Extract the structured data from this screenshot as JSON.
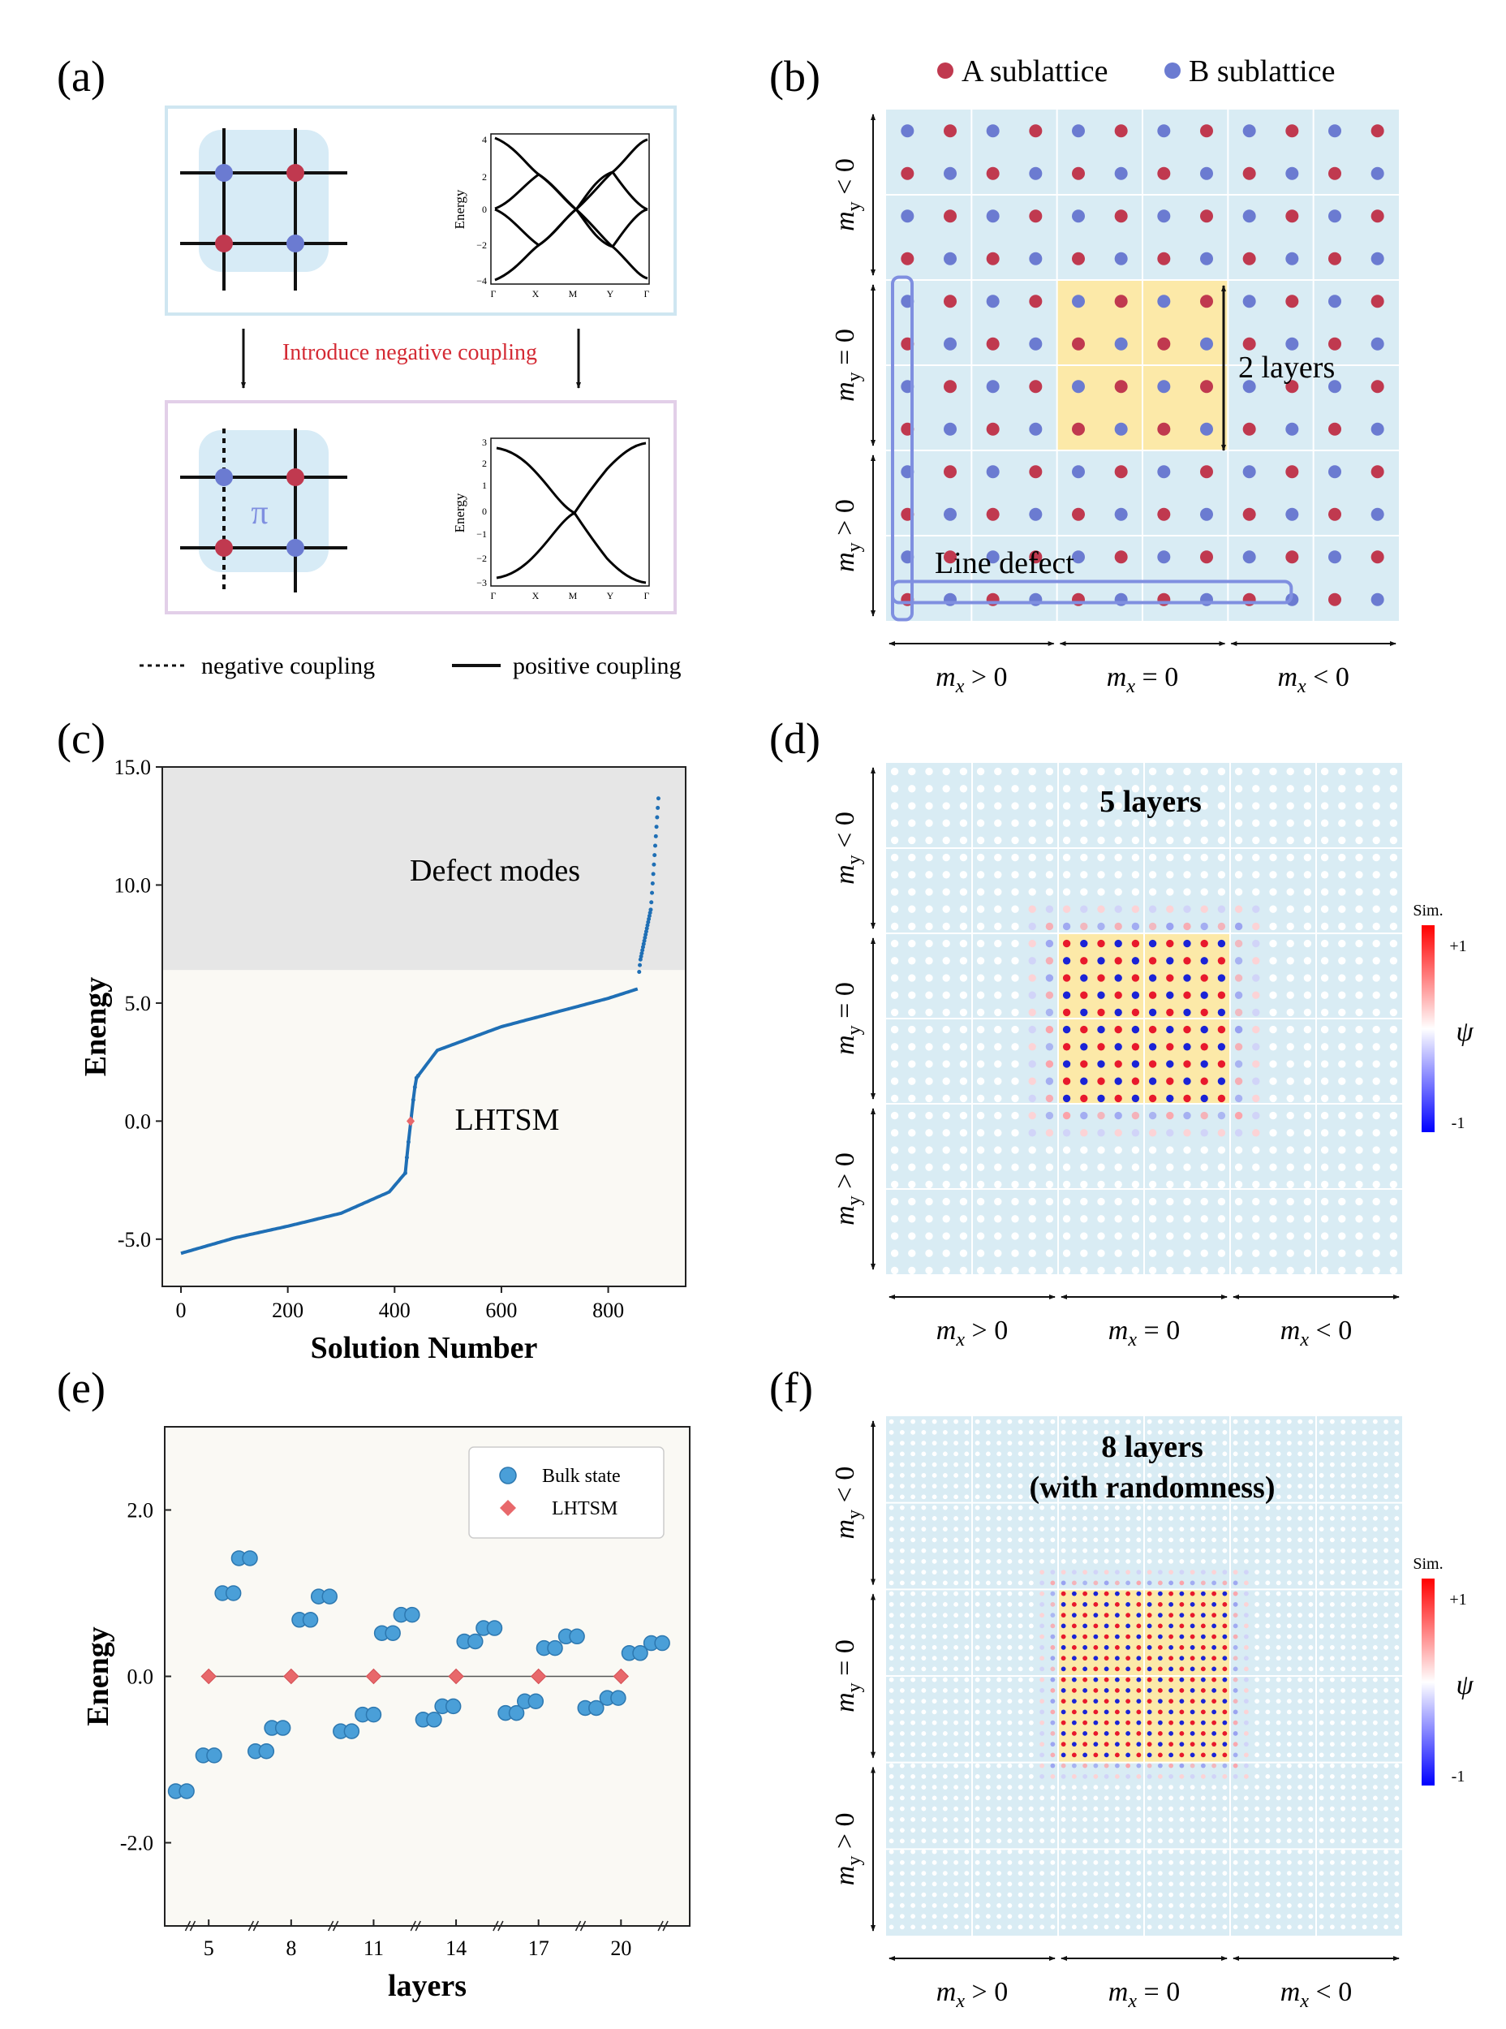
{
  "panel_labels": {
    "a": "(a)",
    "b": "(b)",
    "c": "(c)",
    "d": "(d)",
    "e": "(e)",
    "f": "(f)"
  },
  "panel_a": {
    "introduce_label": "Introduce negative coupling",
    "pi_symbol": "π",
    "legend_negative": "negative coupling",
    "legend_positive": "positive  coupling",
    "band_ylabel": "Energy",
    "band_xticks": [
      "Γ",
      "X",
      "M",
      "Y",
      "Γ"
    ],
    "band_top_yticks": [
      "4",
      "2",
      "0",
      "−2",
      "−4"
    ],
    "band_bottom_yticks": [
      "3",
      "2",
      "1",
      "0",
      "−1",
      "−2",
      "−3"
    ]
  },
  "panel_b": {
    "legend_a": "A sublattice",
    "legend_b": "B sublattice",
    "label_2layers": "2 layers",
    "label_line_defect": "Line defect"
  },
  "region_labels": {
    "my_neg": "m",
    "my_neg_sub": "y",
    "my_neg_rel": " < 0",
    "my_zero_rel": " = 0",
    "my_pos_rel": " > 0",
    "mx": "m",
    "mx_sub": "x",
    "mx_pos_rel": " > 0",
    "mx_zero_rel": " = 0",
    "mx_neg_rel": " < 0"
  },
  "panel_d": {
    "title": "5 layers",
    "cb_title": "Sim.",
    "cb_top": "+1",
    "cb_bottom": "-1",
    "cb_psi": "ψ"
  },
  "panel_f": {
    "title1": "8 layers",
    "title2": "(with randomness)",
    "cb_title": "Sim.",
    "cb_top": "+1",
    "cb_bottom": "-1",
    "cb_psi": "ψ"
  },
  "colors": {
    "sublattice_a": "#c0394f",
    "sublattice_b": "#6b7bd1",
    "lattice_bg": "#d9ecf4",
    "core": "#fce9a8",
    "defect_shade": "#e6e6e6",
    "plot_bg": "#faf9f4",
    "curve": "#1f6fb5",
    "lhtsm": "#e8686b",
    "bulk": "#4a9fd8"
  },
  "chart_data": [
    {
      "type": "scatter",
      "title": "",
      "xlabel": "Solution Number",
      "ylabel": "Enengy",
      "xlim": [
        -35,
        945
      ],
      "ylim": [
        -7,
        15
      ],
      "xticks": [
        "0",
        "200",
        "400",
        "600",
        "800"
      ],
      "yticks": [
        "15.0",
        "10.0",
        "5.0",
        "0.0",
        "-5.0"
      ],
      "defect_threshold": 6.4,
      "annotations": [
        "Defect  modes",
        "LHTSM"
      ],
      "series": [
        {
          "name": "",
          "description_points": [
            [
              0,
              -5.6
            ],
            [
              100,
              -4.95
            ],
            [
              200,
              -4.45
            ],
            [
              300,
              -3.9
            ],
            [
              390,
              -3.0
            ],
            [
              420,
              -2.2
            ],
            [
              430,
              0
            ],
            [
              440,
              1.8
            ],
            [
              480,
              3.0
            ],
            [
              600,
              4.0
            ],
            [
              700,
              4.6
            ],
            [
              800,
              5.2
            ],
            [
              855,
              5.6
            ],
            [
              860,
              6.8
            ],
            [
              880,
              9.0
            ],
            [
              895,
              14.0
            ]
          ]
        },
        {
          "name": "LHTSM",
          "points": [
            [
              430,
              0.0
            ]
          ]
        }
      ]
    },
    {
      "type": "scatter",
      "title": "",
      "xlabel": "layers",
      "ylabel": "Enengy",
      "xlim": [
        3.4,
        22.5
      ],
      "ylim": [
        -3.0,
        3.0
      ],
      "xticks": [
        "5",
        "8",
        "11",
        "14",
        "17",
        "20"
      ],
      "yticks": [
        "2.0",
        "0.0",
        "-2.0"
      ],
      "series": [
        {
          "name": "Bulk state",
          "points": [
            [
              3.8,
              -1.38
            ],
            [
              4.2,
              -1.38
            ],
            [
              4.8,
              -0.95
            ],
            [
              5.2,
              -0.95
            ],
            [
              5.5,
              1.0
            ],
            [
              5.9,
              1.0
            ],
            [
              6.1,
              1.42
            ],
            [
              6.5,
              1.42
            ],
            [
              6.7,
              -0.9
            ],
            [
              7.1,
              -0.9
            ],
            [
              7.3,
              -0.62
            ],
            [
              7.7,
              -0.62
            ],
            [
              8.3,
              0.68
            ],
            [
              8.7,
              0.68
            ],
            [
              9.0,
              0.96
            ],
            [
              9.4,
              0.96
            ],
            [
              9.8,
              -0.66
            ],
            [
              10.2,
              -0.66
            ],
            [
              10.6,
              -0.46
            ],
            [
              11.0,
              -0.46
            ],
            [
              11.3,
              0.52
            ],
            [
              11.7,
              0.52
            ],
            [
              12.0,
              0.74
            ],
            [
              12.4,
              0.74
            ],
            [
              12.8,
              -0.52
            ],
            [
              13.2,
              -0.52
            ],
            [
              13.5,
              -0.36
            ],
            [
              13.9,
              -0.36
            ],
            [
              14.3,
              0.42
            ],
            [
              14.7,
              0.42
            ],
            [
              15.0,
              0.58
            ],
            [
              15.4,
              0.58
            ],
            [
              15.8,
              -0.44
            ],
            [
              16.2,
              -0.44
            ],
            [
              16.5,
              -0.3
            ],
            [
              16.9,
              -0.3
            ],
            [
              17.2,
              0.34
            ],
            [
              17.6,
              0.34
            ],
            [
              18.0,
              0.48
            ],
            [
              18.4,
              0.48
            ],
            [
              18.7,
              -0.38
            ],
            [
              19.1,
              -0.38
            ],
            [
              19.5,
              -0.26
            ],
            [
              19.9,
              -0.26
            ],
            [
              20.3,
              0.28
            ],
            [
              20.7,
              0.28
            ],
            [
              21.1,
              0.4
            ],
            [
              21.5,
              0.4
            ]
          ]
        },
        {
          "name": "LHTSM",
          "points": [
            [
              5,
              0
            ],
            [
              8,
              0
            ],
            [
              11,
              0
            ],
            [
              14,
              0
            ],
            [
              17,
              0
            ],
            [
              20,
              0
            ]
          ]
        }
      ]
    }
  ]
}
